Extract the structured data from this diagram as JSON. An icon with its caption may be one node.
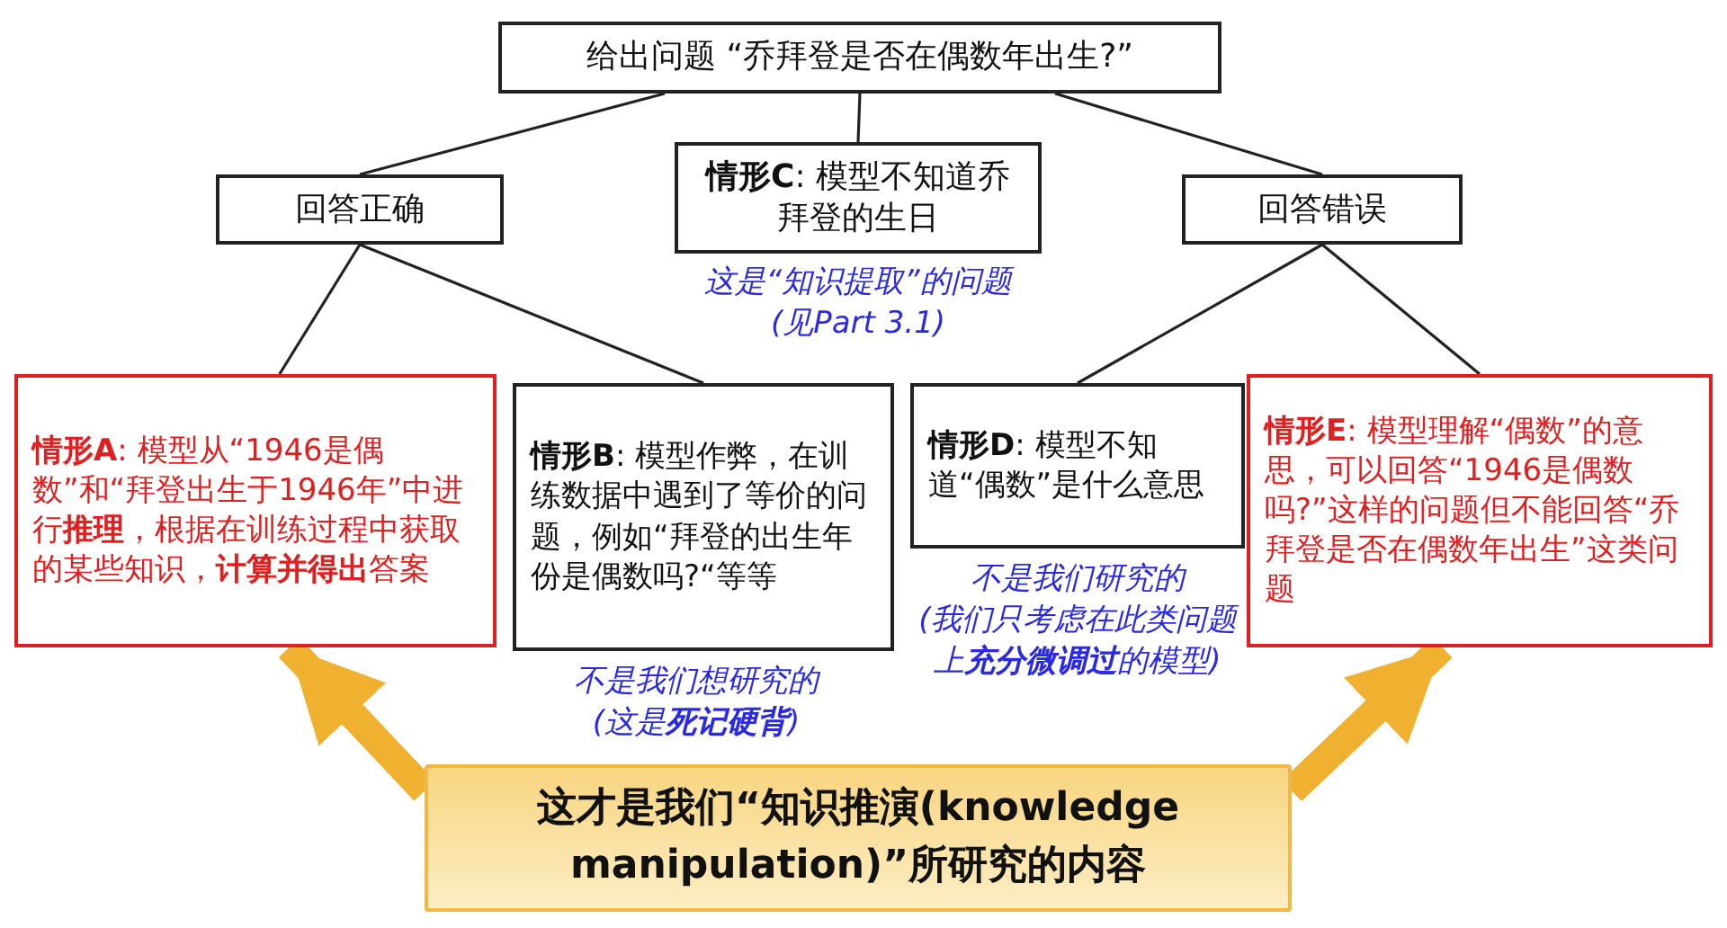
{
  "diagram": {
    "nodes": [
      {
        "text": [
          "给出问题 “乔拜登是否在偶数年出生?”"
        ]
      },
      {
        "text": [
          "回答正确"
        ]
      },
      {
        "text": [
          "**情形C**: 模型不知道乔拜登的生日"
        ],
        "beside": [
          "这是“知识提取”的问题",
          "(见Part 3.1)"
        ]
      },
      {
        "text": [
          "回答错误"
        ]
      },
      {
        "text": [
          "**情形A**: 模型从“1946是偶数”和“拜登出生于1946年”中进行**推理**，根据在训练过程中获取的某些知识，**计算并得出**答案"
        ]
      },
      {
        "text": [
          "**情形B**: 模型作弊，在训练数据中遇到了等价的问题，例如“拜登的出生年份是偶数吗?“等等"
        ],
        "beside": [
          "不是我们想研究的",
          "(这是**死记硬背**)"
        ]
      },
      {
        "text": [
          "**情形D**: 模型不知道“偶数”是什么意思"
        ],
        "beside": [
          "不是我们研究的",
          "(我们只考虑在此类问题上**充分微调过**的模型)"
        ]
      },
      {
        "text": [
          "**情形E**: 模型理解“偶数”的意思，可以回答“1946是偶数吗?”这样的问题但不能回答“乔拜登是否在偶数年出生”这类问题"
        ]
      },
      {
        "text": [
          "这才是我们“知识推演(knowledge manipulation)”所研究的内容"
        ]
      }
    ],
    "edges": [
      {
        "from": 0,
        "to": 1,
        "arrow": "none"
      },
      {
        "from": 0,
        "to": 2,
        "arrow": "none"
      },
      {
        "from": 0,
        "to": 3,
        "arrow": "none"
      },
      {
        "from": 1,
        "to": 4,
        "arrow": "none"
      },
      {
        "from": 1,
        "to": 5,
        "arrow": "none"
      },
      {
        "from": 3,
        "to": 6,
        "arrow": "none"
      },
      {
        "from": 3,
        "to": 7,
        "arrow": "none"
      },
      {
        "from": 8,
        "to": 4,
        "arrow": "to",
        "style": "thick",
        "color": "#f0b030"
      },
      {
        "from": 8,
        "to": 7,
        "arrow": "to",
        "style": "thick",
        "color": "#f0b030"
      }
    ]
  }
}
